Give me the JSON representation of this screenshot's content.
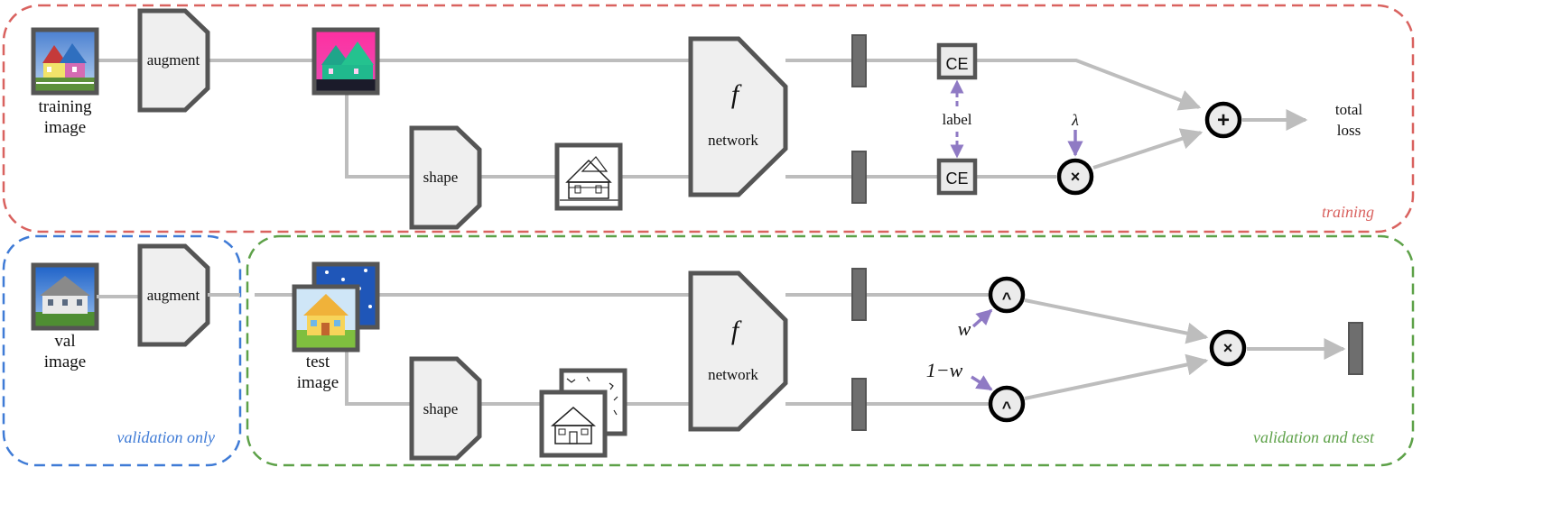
{
  "colors": {
    "training": "#d9625f",
    "validation_only": "#3f7bd6",
    "validation_and_test": "#5da148",
    "arrow_purple": "#8f7ac4",
    "edge": "#bdbdbd",
    "node_stroke": "#555555"
  },
  "regions": {
    "training": "training",
    "validation_only": "validation only",
    "validation_and_test": "validation and test"
  },
  "training": {
    "input_label_1": "training",
    "input_label_2": "image",
    "augment": "augment",
    "shape": "shape",
    "network_symbol": "f",
    "network": "network",
    "ce_top": "CE",
    "ce_bottom": "CE",
    "label": "label",
    "lambda": "λ",
    "mult": "×",
    "plus": "+",
    "total_loss_1": "total",
    "total_loss_2": "loss"
  },
  "validation": {
    "input_label_1": "val",
    "input_label_2": "image",
    "augment": "augment"
  },
  "test": {
    "input_label_1": "test",
    "input_label_2": "image",
    "shape": "shape",
    "network_symbol": "f",
    "network": "network",
    "hat_top": "^",
    "hat_bottom": "^",
    "w": "w",
    "one_minus_w": "1−w",
    "mult": "×"
  }
}
